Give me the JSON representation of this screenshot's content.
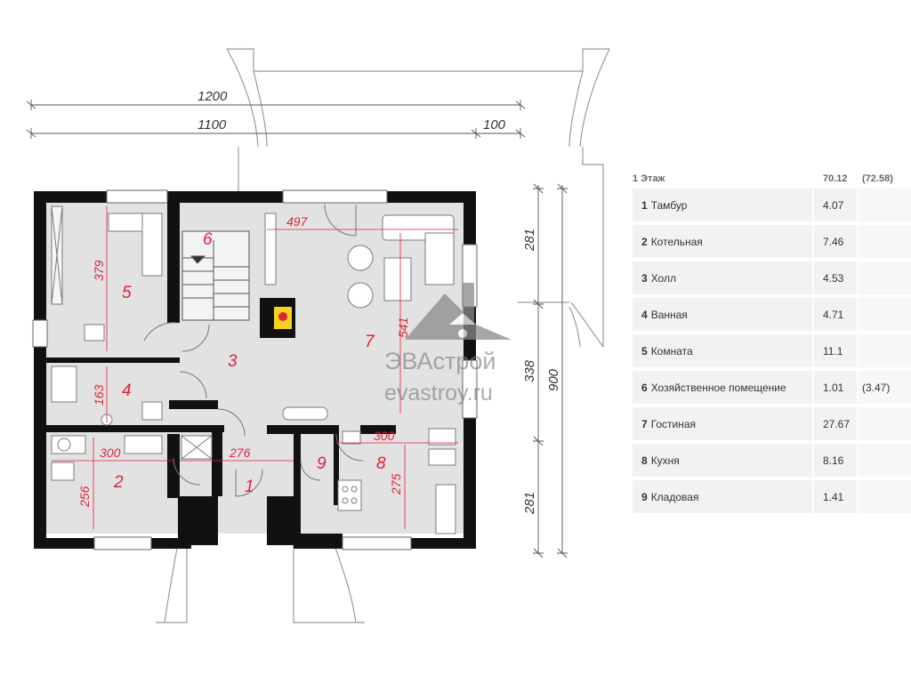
{
  "plan": {
    "dimensions": {
      "total_width": "1200",
      "main_width": "1100",
      "porch_width": "100",
      "right_top": "281",
      "right_middle": "338",
      "right_total": "900",
      "right_bottom": "281"
    },
    "room_dims": {
      "living_width": "497",
      "living_depth": "541",
      "room5_depth": "379",
      "bath_depth": "163",
      "boiler_width": "300",
      "boiler_depth": "256",
      "hall_width": "276",
      "kitchen_width": "300",
      "kitchen_depth": "275"
    },
    "room_numbers": [
      "1",
      "2",
      "3",
      "4",
      "5",
      "6",
      "7",
      "8",
      "9"
    ],
    "watermark": {
      "title": "ЭВАстрой",
      "url": "evastroy.ru"
    }
  },
  "area_table": {
    "floor_label": "1 Этаж",
    "floor_area": "70.12",
    "floor_area_alt": "(72.58)",
    "rooms": [
      {
        "num": "1",
        "name": "Тамбур",
        "area": "4.07",
        "alt": ""
      },
      {
        "num": "2",
        "name": "Котельная",
        "area": "7.46",
        "alt": ""
      },
      {
        "num": "3",
        "name": "Холл",
        "area": "4.53",
        "alt": ""
      },
      {
        "num": "4",
        "name": "Ванная",
        "area": "4.71",
        "alt": ""
      },
      {
        "num": "5",
        "name": "Комната",
        "area": "11.1",
        "alt": ""
      },
      {
        "num": "6",
        "name": "Хозяйственное помещение",
        "area": "1.01",
        "alt": "(3.47)"
      },
      {
        "num": "7",
        "name": "Гостиная",
        "area": "27.67",
        "alt": ""
      },
      {
        "num": "8",
        "name": "Кухня",
        "area": "8.16",
        "alt": ""
      },
      {
        "num": "9",
        "name": "Кладовая",
        "area": "1.41",
        "alt": ""
      }
    ]
  }
}
